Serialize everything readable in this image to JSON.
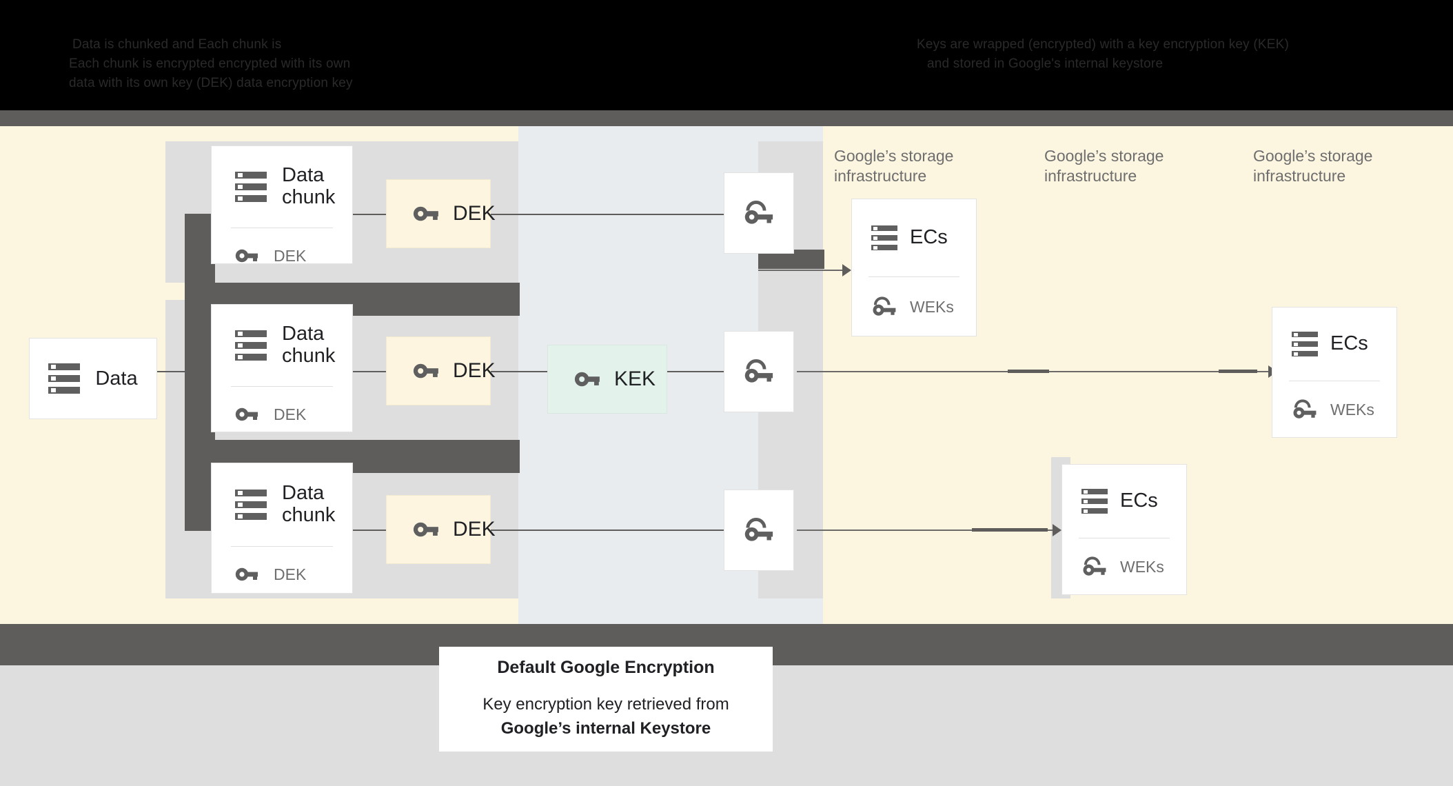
{
  "header": {
    "obscured_lines": [
      "Data is     chunked and        Each chunk is",
      "Each       chunk is encrypted     encrypted with its own",
      "data      with its own key (DEK)    data encryption key",
      "Keys are wrapped (encrypted) with a key encryption key (KEK)",
      "and stored in Google's internal keystore"
    ]
  },
  "diagram": {
    "source": {
      "label": "Data",
      "icon": "server-icon"
    },
    "chunks": [
      {
        "title": "Data\nchunk",
        "key_label": "DEK",
        "icon": "server-icon",
        "key_icon": "key-icon"
      },
      {
        "title": "Data\nchunk",
        "key_label": "DEK",
        "icon": "server-icon",
        "key_icon": "key-icon"
      },
      {
        "title": "Data\nchunk",
        "key_label": "DEK",
        "icon": "server-icon",
        "key_icon": "key-icon"
      }
    ],
    "deks": [
      {
        "label": "DEK",
        "icon": "key-icon"
      },
      {
        "label": "DEK",
        "icon": "key-icon"
      },
      {
        "label": "DEK",
        "icon": "key-icon"
      }
    ],
    "kek": {
      "label": "KEK",
      "icon": "key-icon"
    },
    "wrapped_keys": [
      {
        "icon": "wrapped-key-icon"
      },
      {
        "icon": "wrapped-key-icon"
      },
      {
        "icon": "wrapped-key-icon"
      }
    ],
    "storage_labels": [
      "Google’s storage\ninfrastructure",
      "Google’s storage\ninfrastructure",
      "Google’s storage\ninfrastructure"
    ],
    "ecs_cards": [
      {
        "title": "ECs",
        "key_label": "WEKs",
        "icon": "server-icon",
        "key_icon": "wrapped-key-icon"
      },
      {
        "title": "ECs",
        "key_label": "WEKs",
        "icon": "server-icon",
        "key_icon": "wrapped-key-icon"
      },
      {
        "title": "ECs",
        "key_label": "WEKs",
        "icon": "server-icon",
        "key_icon": "wrapped-key-icon"
      }
    ]
  },
  "caption": {
    "title": "Default Google Encryption",
    "line1": "Key encryption key retrieved from",
    "line2": "Google’s internal Keystore"
  },
  "colors": {
    "cream": "#fcf5e0",
    "blue_gray": "#e8ecee",
    "gray": "#dedede",
    "dark_gray": "#5e5d5c",
    "dek_fill": "#fdf5e0",
    "kek_fill": "#e3f2ea",
    "icon_gray": "#5f5f5f",
    "text_dark": "#202124",
    "text_muted": "#6e6e6e"
  }
}
